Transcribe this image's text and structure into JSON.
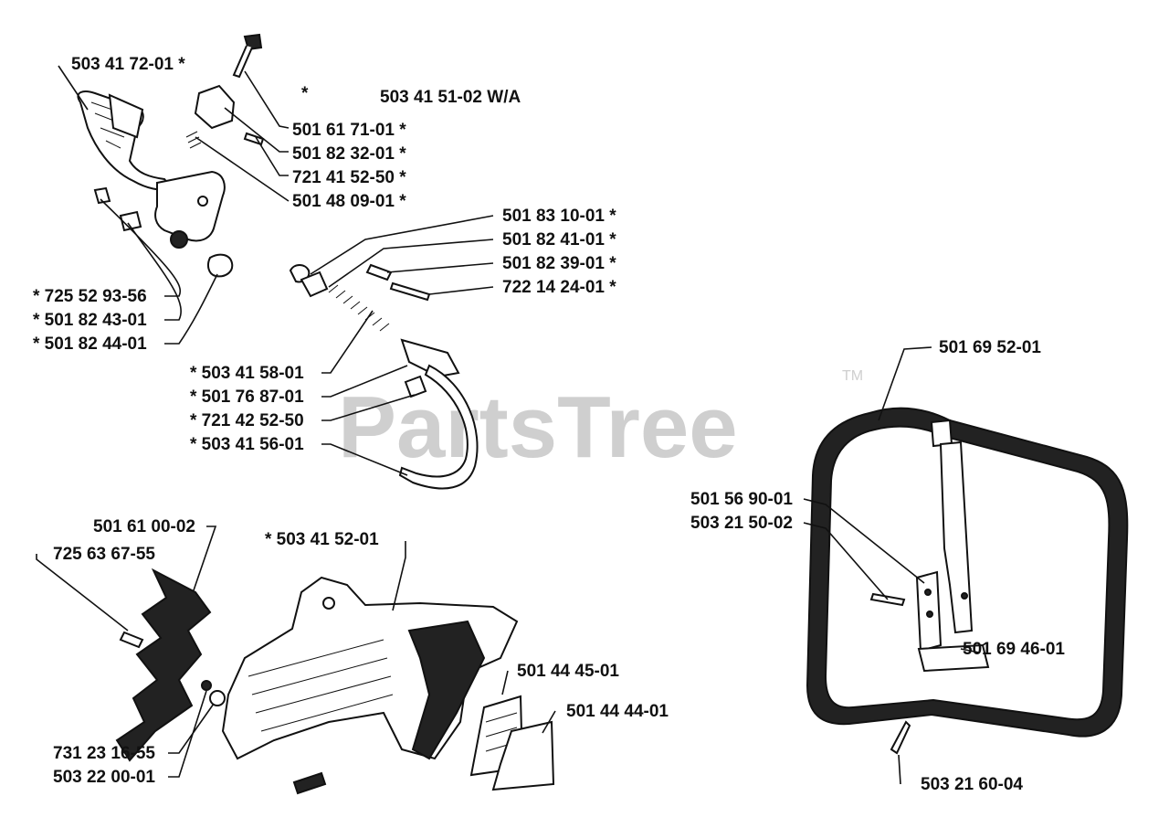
{
  "watermark": {
    "text": "PartsTree",
    "mark": "TM"
  },
  "note": {
    "asterisk": "*",
    "text": "503 41 51-02  W/A"
  },
  "labels": {
    "p503417201": "503 41 72-01  *",
    "p501617101": "501 61 71-01  *",
    "p501823201": "501 82 32-01  *",
    "p721415250": "721 41 52-50  *",
    "p501480901": "501 48 09-01  *",
    "p501831001": "501 83 10-01  *",
    "p501824101": "501 82 41-01  *",
    "p501823901": "501 82 39-01  *",
    "p722142401": "722 14 24-01  *",
    "p725529356": "*  725 52 93-56",
    "p501824301": "*  501 82 43-01",
    "p501824401": "*  501 82 44-01",
    "p503415801": "*  503 41 58-01",
    "p501768701": "*  501 76 87-01",
    "p721425250": "*  721 42 52-50",
    "p503415601": "*  503 41 56-01",
    "p501610002": "501 61 00-02",
    "p725636755": "725 63 67-55",
    "p503415201": "*  503 41 52-01",
    "p501444501": "501 44 45-01",
    "p501444401": "501 44 44-01",
    "p731231655": "731 23 16-55",
    "p503220001": "503 22 00-01",
    "p501695201": "501 69 52-01",
    "p501569001": "501 56 90-01",
    "p503215002": "503 21 50-02",
    "p501694601": "501 69 46-01",
    "p503216004": "503 21 60-04"
  }
}
